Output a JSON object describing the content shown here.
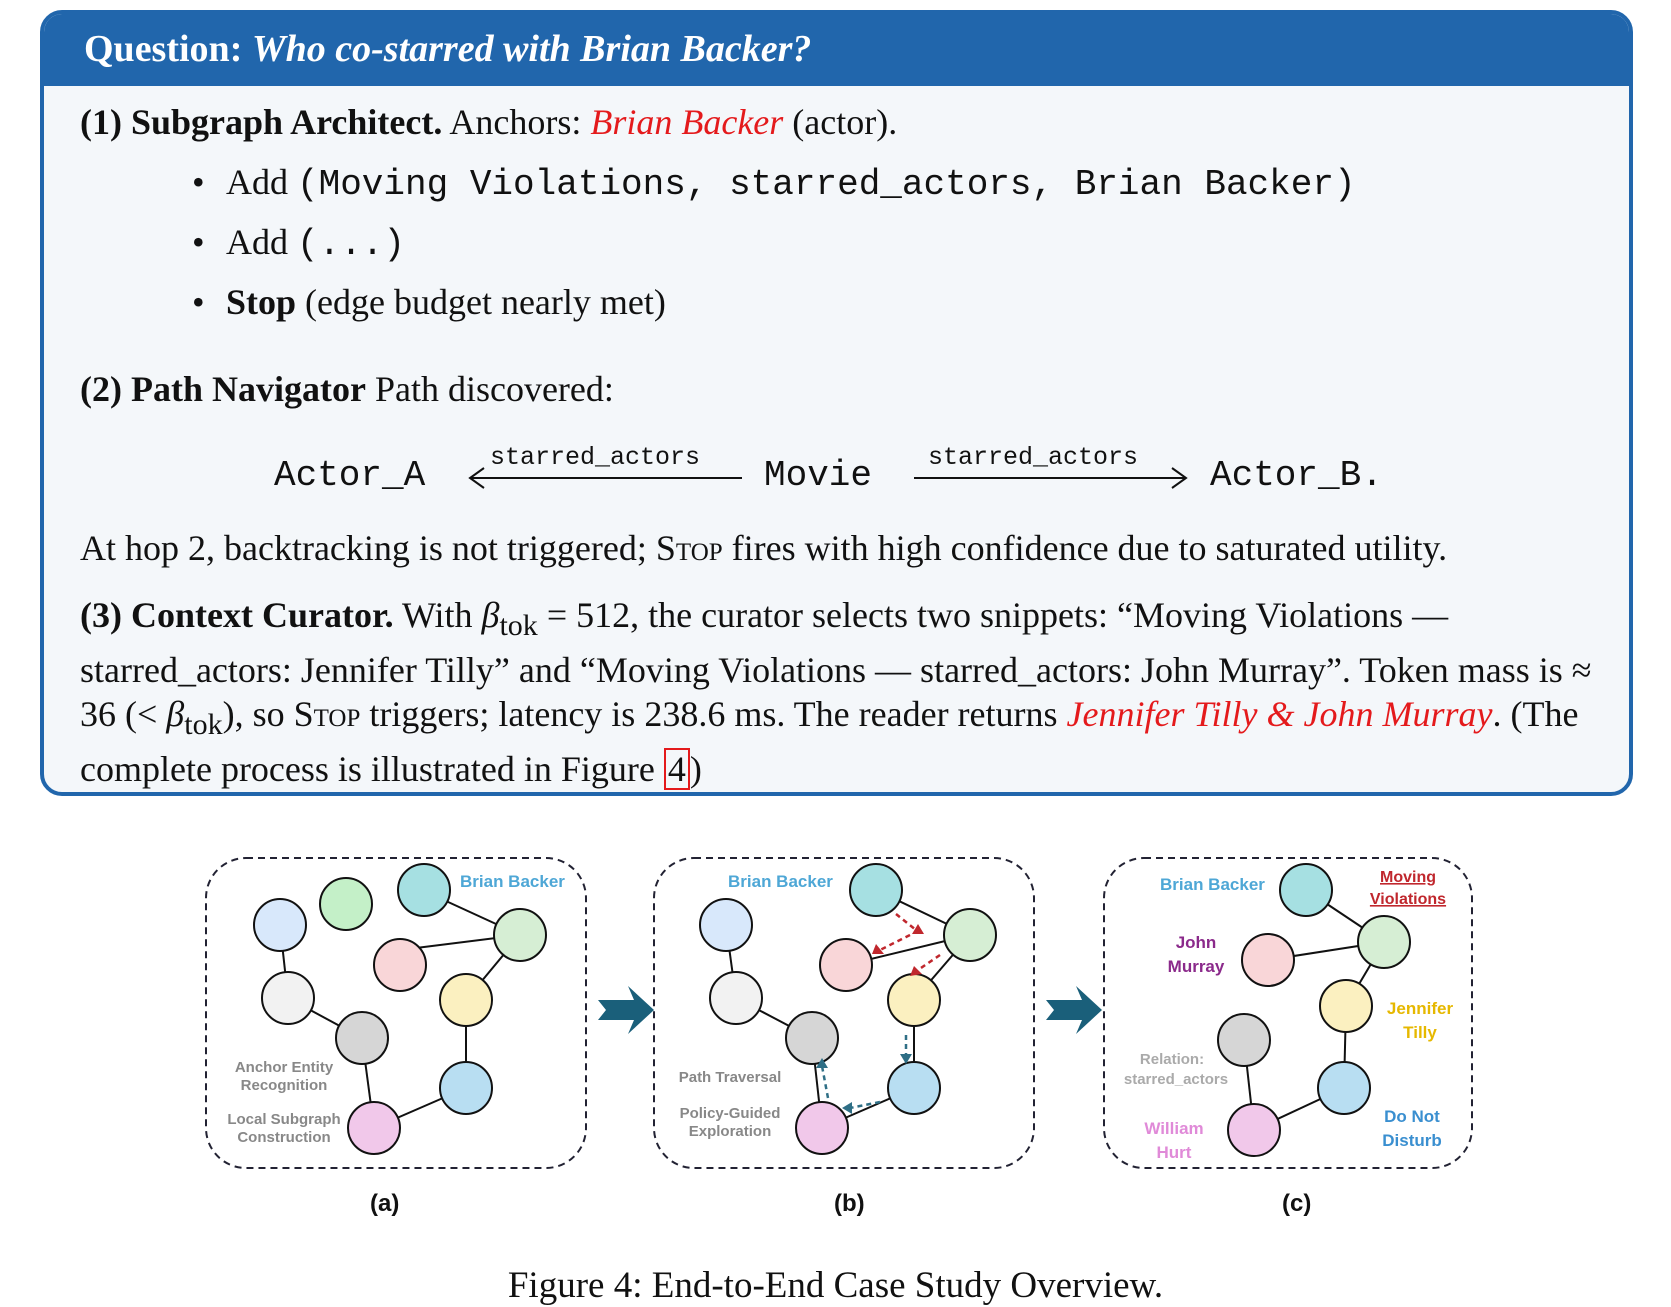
{
  "header": {
    "question_label": "Question:",
    "question_text": "Who co-starred with Brian Backer?"
  },
  "step1": {
    "title": "(1) Subgraph Architect.",
    "anchors_prefix": "Anchors:",
    "anchor_name": "Brian Backer",
    "anchor_type": "(actor).",
    "bullets": [
      {
        "verb": "Add",
        "arg": "(Moving Violations, starred_actors, Brian Backer)"
      },
      {
        "verb": "Add",
        "arg": "(...)"
      },
      {
        "verb": "Stop",
        "arg": "(edge budget nearly met)"
      }
    ]
  },
  "step2": {
    "title": "(2) Path Navigator",
    "text": "Path discovered:",
    "path": {
      "actor_a": "Actor_A",
      "left_relation": "starred_actors",
      "movie": "Movie",
      "right_relation": "starred_actors",
      "actor_b": "Actor_B."
    },
    "hop_text_1": "At hop 2, backtracking is not triggered;",
    "stop_word": "Stop",
    "hop_text_2": "fires with high confidence due to saturated utility."
  },
  "step3": {
    "title": "(3) Context Curator.",
    "text_1": "With",
    "beta": "β",
    "beta_sub": "tok",
    "text_2": "= 512, the curator selects two snippets: “Moving Violations — starred_actors: Jennifer Tilly” and “Moving Violations — starred_actors: John Murray”. Token mass is ≈ 36 (<",
    "text_3": "), so",
    "stop_word": "Stop",
    "text_4": "triggers; latency is 238.6 ms. The reader returns",
    "answer": "Jennifer Tilly & John Murray",
    "text_5": ". (The complete process is illustrated in Figure",
    "figure_ref": "4",
    "text_6": ")"
  },
  "figure": {
    "caption": "Figure 4: End-to-End Case Study Overview.",
    "panel_a": {
      "label": "(a)",
      "anchor_label": "Brian Backer",
      "note_1": [
        "Anchor Entity",
        "Recognition"
      ],
      "note_2": [
        "Local Subgraph",
        "Construction"
      ]
    },
    "panel_b": {
      "label": "(b)",
      "anchor_label": "Brian Backer",
      "note_1": [
        "Path Traversal"
      ],
      "note_2": [
        "Policy-Guided",
        "Exploration"
      ]
    },
    "panel_c": {
      "label": "(c)",
      "anchor_label": "Brian Backer",
      "movie_label": [
        "Moving",
        "Violations"
      ],
      "actor_1": [
        "John",
        "Murray"
      ],
      "actor_2": [
        "Jennifer",
        "Tilly"
      ],
      "actor_3": [
        "William",
        "Hurt"
      ],
      "actor_4": [
        "Do Not",
        "Disturb"
      ],
      "relation": [
        "Relation:",
        "starred_actors"
      ]
    },
    "colors": {
      "box_blue": "#2166ac",
      "red": "#e41a1c",
      "arrow_teal": "#1a5f7a",
      "anchor_text": "#4ea7d6"
    }
  }
}
